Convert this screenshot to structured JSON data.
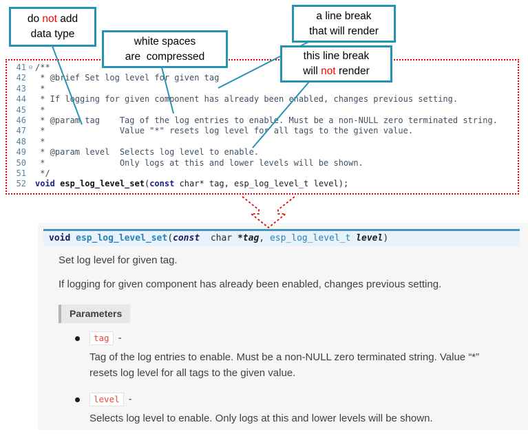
{
  "callouts": [
    {
      "l1a": "do ",
      "l1b": "not",
      "l1c": " add",
      "l2": "data type"
    },
    {
      "l1": "white spaces",
      "l2": "are  compressed"
    },
    {
      "l1": "a line break",
      "l2": "that will render"
    },
    {
      "l1": "this line break",
      "l2a": "will ",
      "l2b": "not",
      "l2c": " render"
    }
  ],
  "code": {
    "lines": [
      {
        "n": "41",
        "fold": "⊖",
        "segs": [
          {
            "t": "/**",
            "c": "cm"
          }
        ]
      },
      {
        "n": "42",
        "segs": [
          {
            "t": " * @brief Set log level for given tag",
            "c": "cm"
          }
        ]
      },
      {
        "n": "43",
        "segs": [
          {
            "t": " *",
            "c": "cm"
          }
        ]
      },
      {
        "n": "44",
        "segs": [
          {
            "t": " * If logging for given component has already been enabled, changes previous setting.",
            "c": "cm"
          }
        ]
      },
      {
        "n": "45",
        "segs": [
          {
            "t": " *",
            "c": "cm"
          }
        ]
      },
      {
        "n": "46",
        "segs": [
          {
            "t": " * @param tag    Tag of the log entries to enable. Must be a non-NULL zero terminated string.",
            "c": "cm"
          }
        ]
      },
      {
        "n": "47",
        "segs": [
          {
            "t": " *               Value \"*\" resets log level for all tags to the given value.",
            "c": "cm"
          }
        ]
      },
      {
        "n": "48",
        "segs": [
          {
            "t": " *",
            "c": "cm"
          }
        ]
      },
      {
        "n": "49",
        "segs": [
          {
            "t": " * @param level  Selects log level to enable.",
            "c": "cm"
          }
        ]
      },
      {
        "n": "50",
        "segs": [
          {
            "t": " *               Only logs at this and lower levels will be shown.",
            "c": "cm"
          }
        ]
      },
      {
        "n": "51",
        "segs": [
          {
            "t": " */",
            "c": "cm"
          }
        ]
      },
      {
        "n": "52",
        "segs": [
          {
            "t": "void",
            "c": "kw"
          },
          {
            "t": " ",
            "c": ""
          },
          {
            "t": "esp_log_level_set",
            "c": "fn"
          },
          {
            "t": "(",
            "c": ""
          },
          {
            "t": "const",
            "c": "kw"
          },
          {
            "t": " char* tag, esp_log_level_t level);",
            "c": ""
          }
        ]
      }
    ]
  },
  "docs": {
    "signature": {
      "ret": "void ",
      "name": "esp_log_level_set",
      "open": "(",
      "kw_const": "const",
      "type1": "  char ",
      "param1": "*tag",
      "comma": ", ",
      "type2": "esp_log_level_t ",
      "param2": "level",
      "close": ")"
    },
    "brief": "Set log level for given tag.",
    "detail": "If logging for given component has already been enabled, changes previous setting.",
    "params_label": "Parameters",
    "params": [
      {
        "name": "tag",
        "dash": "-",
        "desc": "Tag of the log entries to enable. Must be a non-NULL zero terminated string. Value “*” resets log level for all tags to the given value."
      },
      {
        "name": "level",
        "dash": "-",
        "desc": "Selects log level to enable. Only logs at this and lower levels will be shown."
      }
    ]
  },
  "colors": {
    "callout_border": "#2593b5",
    "connector": "#2593b5",
    "highlight_frame": "#e60000",
    "signature_bg": "#e7f2fa",
    "signature_border": "#4596be",
    "param_chip": "#e74c3c",
    "panel_bg": "#f6f6f6"
  }
}
